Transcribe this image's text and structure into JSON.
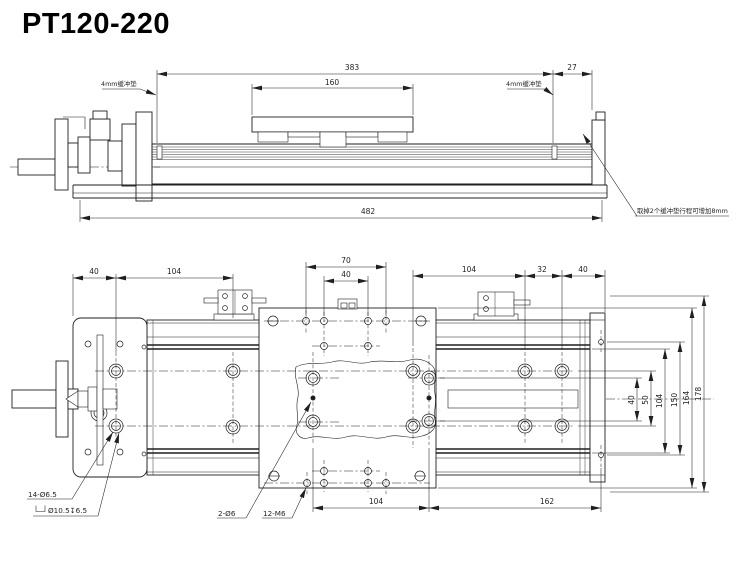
{
  "title": "PT120-220",
  "colors": {
    "line": "#1f1f1f",
    "background": "#ffffff"
  },
  "side_view": {
    "dim_overall_383": "383",
    "dim_end_27": "27",
    "dim_table_160": "160",
    "dim_base_482": "482",
    "buffer_pad_left": "4mm缓冲垫",
    "buffer_pad_right": "4mm缓冲垫",
    "travel_note": "取掉2个缓冲垫行程可增加8mm"
  },
  "plan_view": {
    "top_dims": {
      "left_40": "40",
      "left_104": "104",
      "mid_70": "70",
      "mid_40": "40",
      "right_104": "104",
      "right_32": "32",
      "right_40": "40"
    },
    "right_dims": {
      "d40": "40",
      "d50": "50",
      "d104": "104",
      "d150": "150",
      "d164": "164",
      "d178": "178"
    },
    "bottom_dims": {
      "d104": "104",
      "d162": "162"
    },
    "hole_labels": {
      "counterbore_count": "14-Ø6.5",
      "counterbore_spec": "Ø10.5↧6.5",
      "pin_holes": "2-Ø6",
      "thread_holes": "12-M6"
    }
  }
}
